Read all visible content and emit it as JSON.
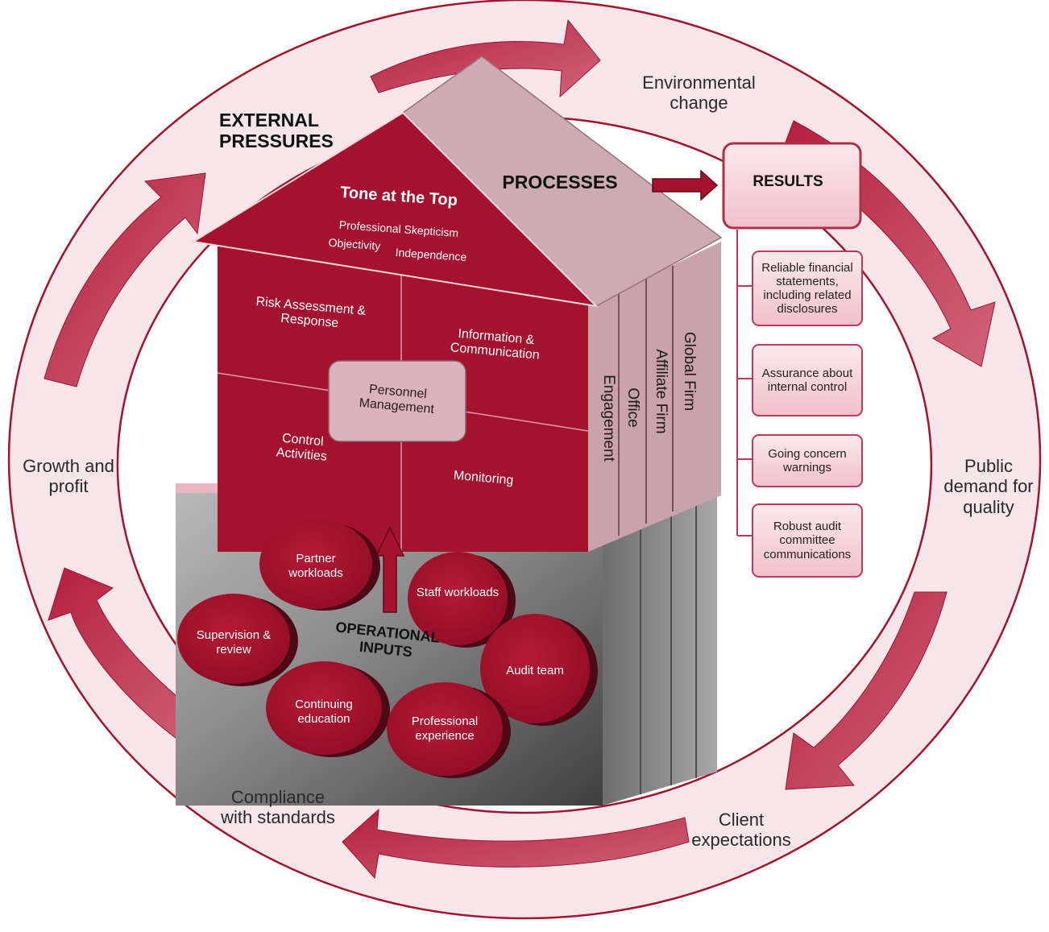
{
  "ring_labels": {
    "environmental_change": "Environmental change",
    "public_demand": "Public demand for quality",
    "client_expectations": "Client expectations",
    "compliance": "Compliance with standards",
    "growth": "Growth and profit"
  },
  "external_pressures": "EXTERNAL PRESSURES",
  "processes": "PROCESSES",
  "roof": {
    "title": "Tone at the Top",
    "line1": "Professional Skepticism",
    "line2a": "Objectivity",
    "line2b": "Independence"
  },
  "quadrants": {
    "risk": "Risk Assessment & Response",
    "info": "Information & Communication",
    "control": "Control Activities",
    "monitoring": "Monitoring",
    "personnel": "Personnel Management"
  },
  "levels": [
    "Engagement",
    "Office",
    "Affiliate Firm",
    "Global Firm"
  ],
  "operational_inputs": "OPERATIONAL INPUTS",
  "inputs": [
    "Partner workloads",
    "Staff workloads",
    "Supervision & review",
    "Audit team",
    "Continuing education",
    "Professional experience"
  ],
  "results": {
    "title": "RESULTS",
    "items": [
      "Reliable financial statements, including related disclosures",
      "Assurance about internal control",
      "Going concern warnings",
      "Robust audit committee communications"
    ]
  },
  "colors": {
    "dark_red": "#a5122d",
    "ring_fill": "#f6e6ea",
    "roof_pink": "#ccabb2",
    "gray": "#8f8f8f"
  }
}
